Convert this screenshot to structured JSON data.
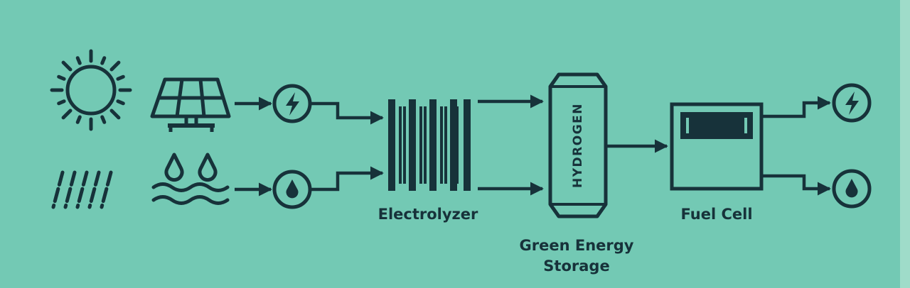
{
  "colors": {
    "background": "#73c9b4",
    "ink": "#17323a",
    "edge": "#9fdcc9"
  },
  "icons": [
    "sun-icon",
    "solar-panel-icon",
    "rain-icon",
    "water-waves-icon",
    "electricity-icon",
    "water-drop-icon",
    "electrolyzer-icon",
    "hydrogen-tank-icon",
    "fuel-cell-icon"
  ],
  "labels": {
    "electrolyzer": "Electrolyzer",
    "storage_line1": "Green Energy",
    "storage_line2": "Storage",
    "fuel_cell": "Fuel Cell",
    "tank": "HYDROGEN"
  }
}
